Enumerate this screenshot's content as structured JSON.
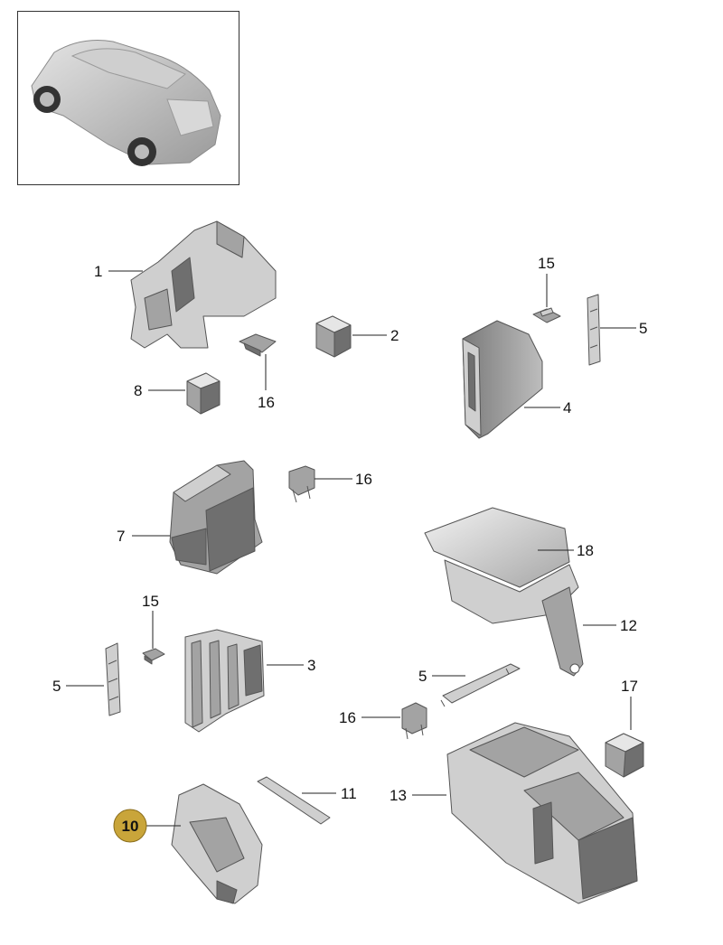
{
  "diagram": {
    "highlight_color": "#c9a53a",
    "labels": {
      "p1": "1",
      "p2": "2",
      "p3": "3",
      "p4": "4",
      "p5a": "5",
      "p5b": "5",
      "p5c": "5",
      "p7": "7",
      "p8": "8",
      "p10": "10",
      "p11": "11",
      "p12": "12",
      "p13": "13",
      "p15a": "15",
      "p15b": "15",
      "p16a": "16",
      "p16b": "16",
      "p16c": "16",
      "p17": "17",
      "p18": "18"
    },
    "highlighted": "p10",
    "thumbnail_icon": "car-icon"
  }
}
